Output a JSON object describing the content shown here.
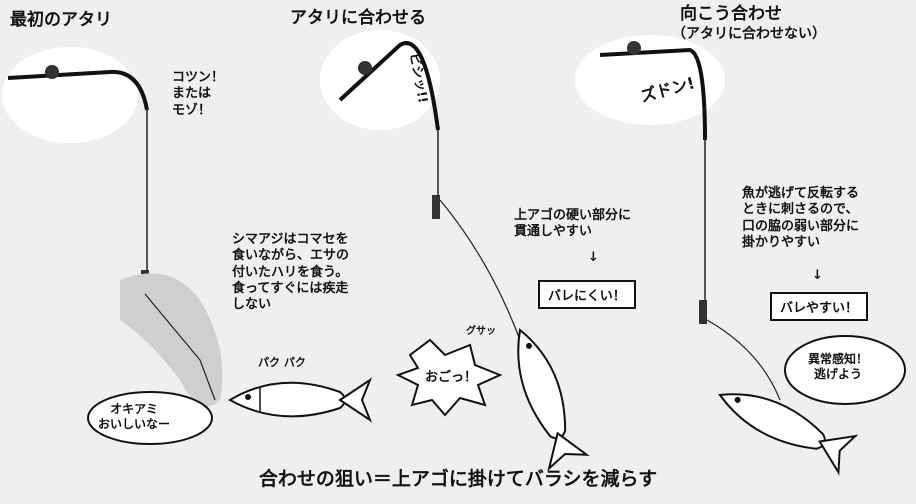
{
  "panels": [
    {
      "title": "最初のアタリ",
      "sound": "コツン！\nまたは\nモゾ！"
    },
    {
      "title": "アタリに合わせる",
      "sound": "ビシッ!!"
    },
    {
      "title": "向こう合わせ",
      "subtitle": "（アタリに合わせない）",
      "sound": "ズドン!"
    }
  ],
  "notes": {
    "shimaaji": "シマアジはコマセを\n食いながら、エサの\n付いたハリを食う。\n食ってすぐには疾走\nしない",
    "upper_jaw": "上アゴの硬い部分に\n貫通しやすい",
    "upper_jaw_result": "バレにくい！",
    "mouth_edge": "魚が逃げて反転する\nときに刺さるので、\n口の脇の弱い部分に\n掛かりやすい",
    "mouth_edge_result": "バレやすい！"
  },
  "speech": {
    "fish1": "オキアミ\nおいしいなー",
    "fish2": "おごっ！",
    "fish3": "異常感知！\n逃げよう"
  },
  "sfx": {
    "paku": "パク パク",
    "gusa": "グサッ"
  },
  "arrow_symbol": "↓",
  "footer": "合わせの狙い＝上アゴに掛けてバラシを減らす"
}
